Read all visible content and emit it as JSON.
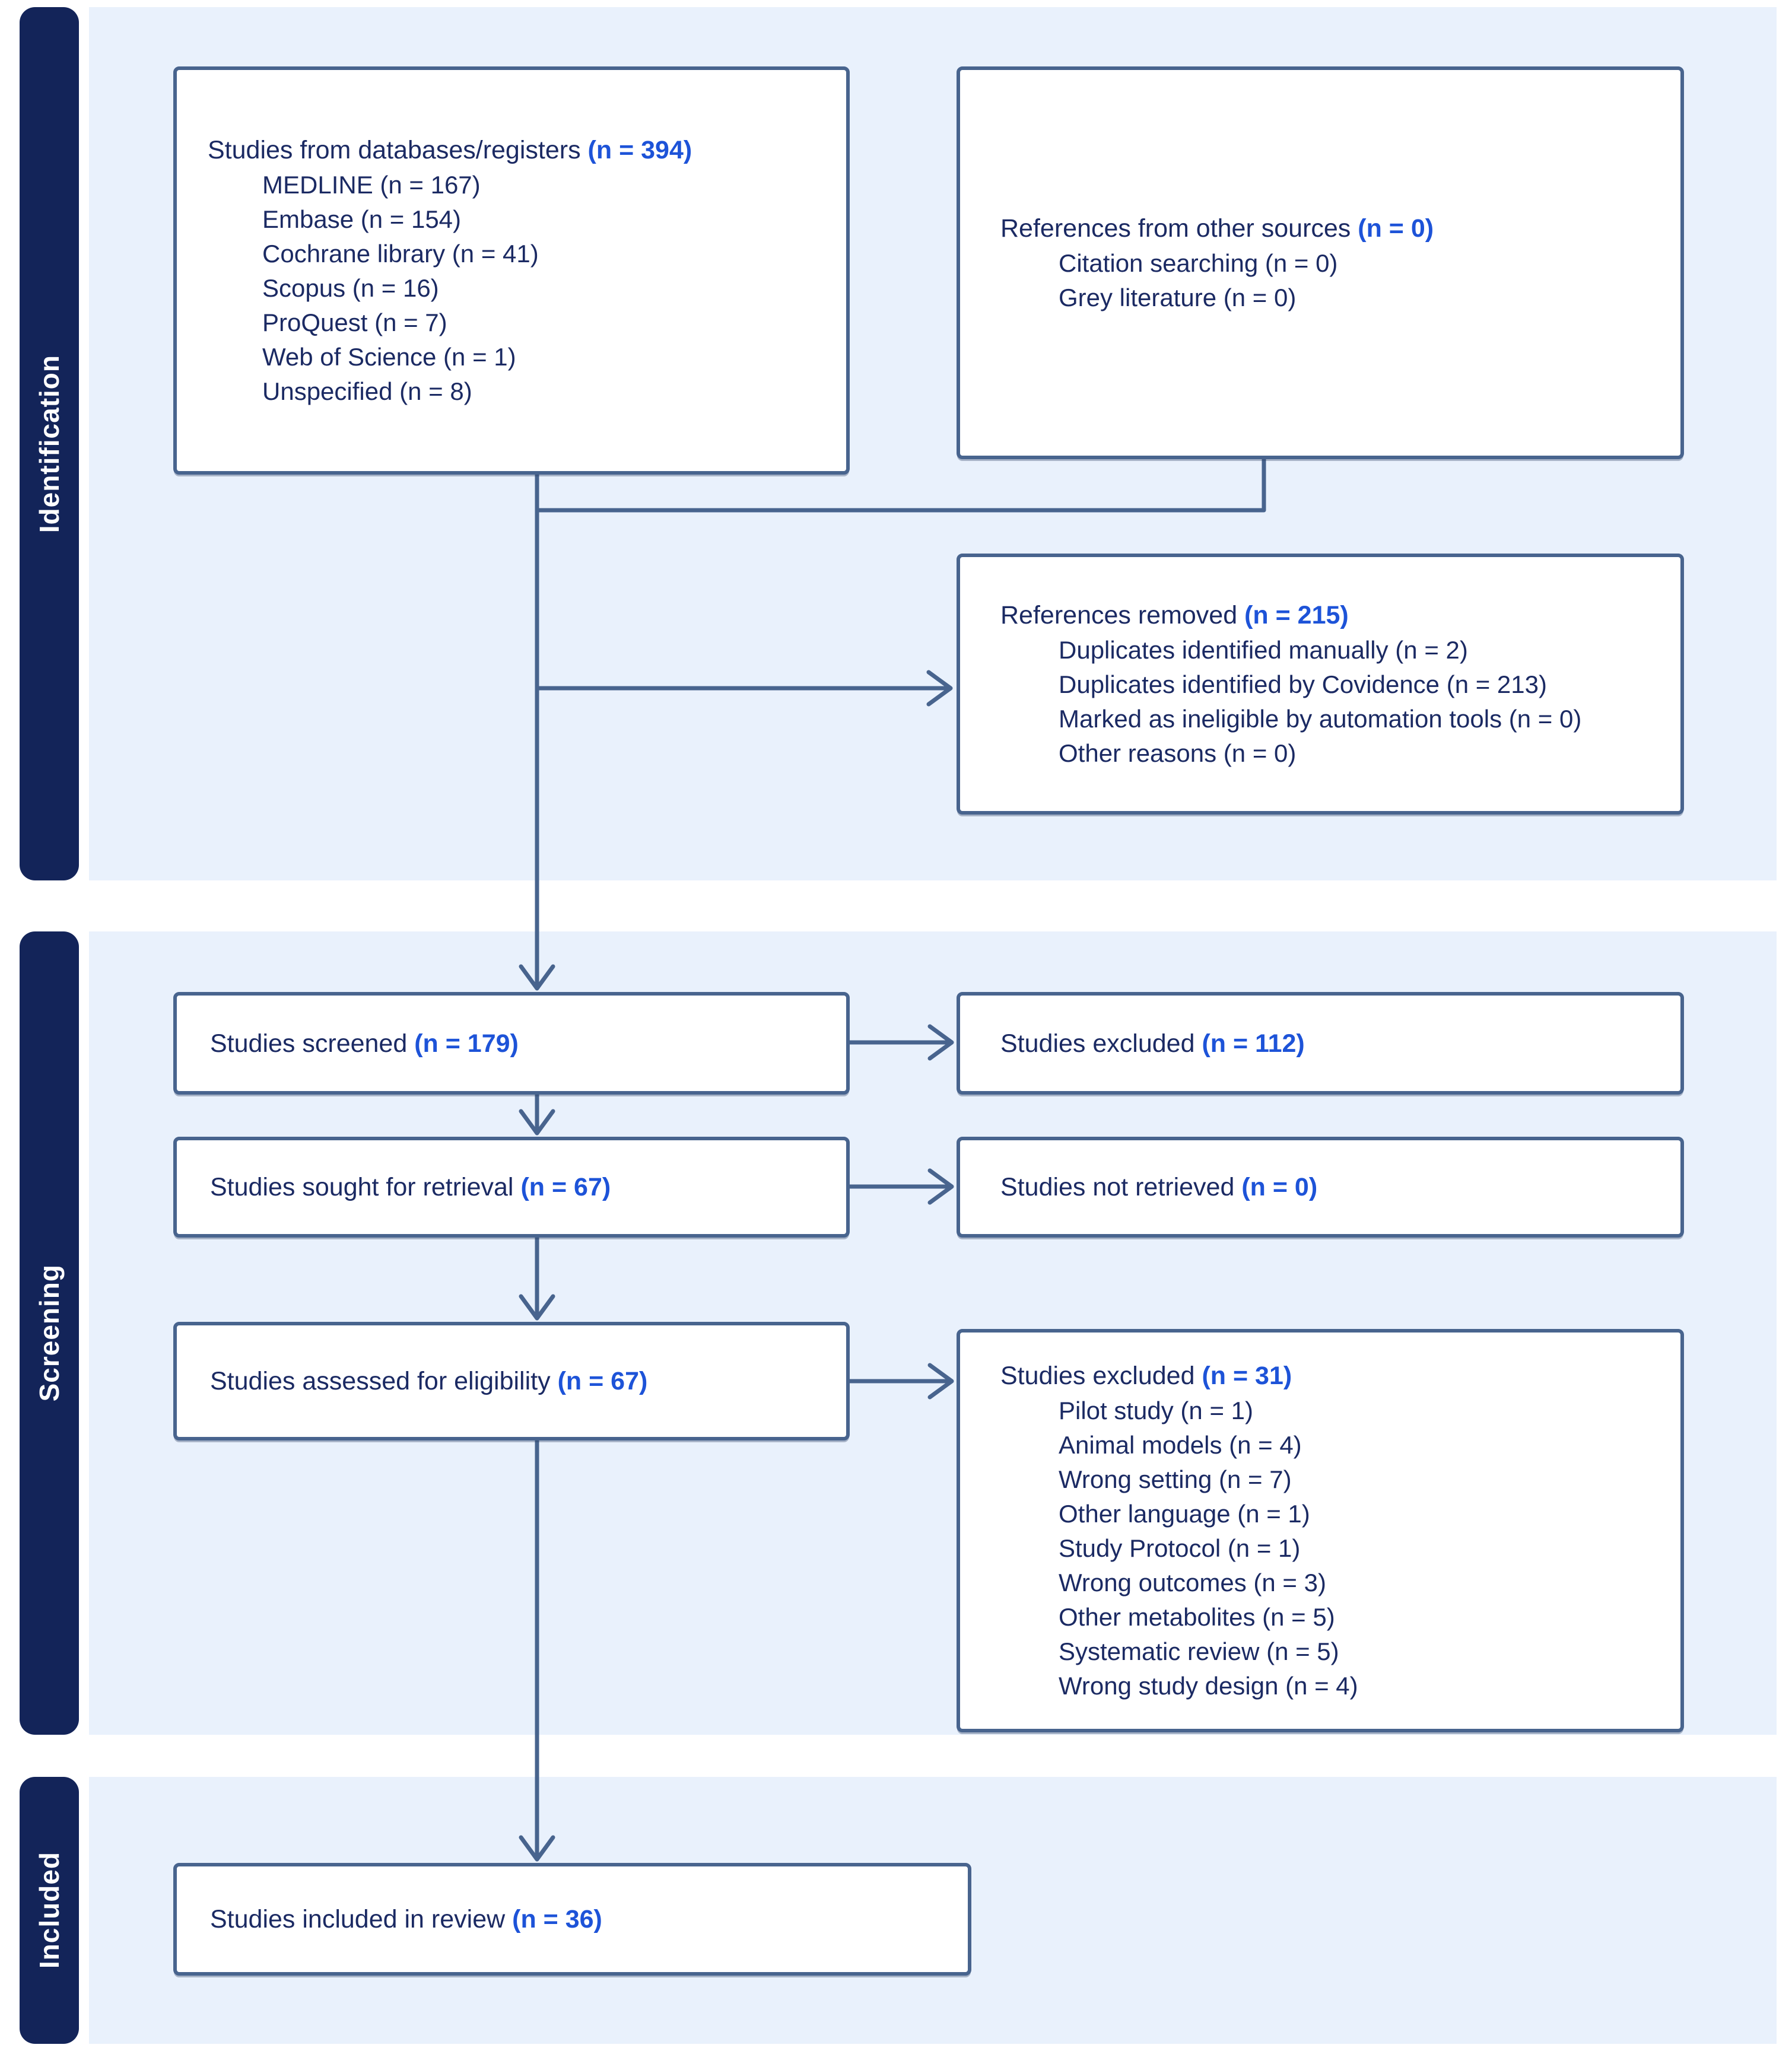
{
  "sections": [
    {
      "label": "Identification"
    },
    {
      "label": "Screening"
    },
    {
      "label": "Included"
    }
  ],
  "boxes": {
    "databases": {
      "title": "Studies from databases/registers",
      "count": "(n = 394)",
      "items": [
        "MEDLINE (n = 167)",
        "Embase (n = 154)",
        "Cochrane library (n = 41)",
        "Scopus (n = 16)",
        "ProQuest (n = 7)",
        "Web of Science (n = 1)",
        "Unspecified (n = 8)"
      ]
    },
    "other_sources": {
      "title": "References from other sources",
      "count": "(n = 0)",
      "items": [
        "Citation searching (n = 0)",
        "Grey literature (n = 0)"
      ]
    },
    "references_removed": {
      "title": "References removed",
      "count": "(n = 215)",
      "items": [
        "Duplicates identified manually (n = 2)",
        "Duplicates identified by Covidence (n = 213)",
        "Marked as ineligible by automation tools (n = 0)",
        "Other reasons (n = 0)"
      ]
    },
    "screened": {
      "title": "Studies screened",
      "count": "(n = 179)"
    },
    "excluded_screening": {
      "title": "Studies excluded",
      "count": "(n = 112)"
    },
    "retrieval": {
      "title": "Studies sought for retrieval",
      "count": "(n = 67)"
    },
    "not_retrieved": {
      "title": "Studies not retrieved",
      "count": "(n = 0)"
    },
    "assessed": {
      "title": "Studies assessed for eligibility",
      "count": "(n = 67)"
    },
    "excluded_eligibility": {
      "title": "Studies excluded",
      "count": "(n = 31)",
      "items": [
        "Pilot study (n = 1)",
        "Animal models (n = 4)",
        "Wrong setting (n = 7)",
        "Other language (n = 1)",
        "Study Protocol (n = 1)",
        "Wrong outcomes (n = 3)",
        "Other metabolites (n = 5)",
        "Systematic review (n = 5)",
        "Wrong study design (n = 4)"
      ]
    },
    "included": {
      "title": "Studies included in review",
      "count": "(n = 36)"
    }
  },
  "colors": {
    "accent_count_blue": "#1d53d8",
    "text_navy": "#1b2a63",
    "tab_navy": "#132459",
    "panel_light_blue": "#e9f1fc",
    "border_slate": "#48648e"
  }
}
